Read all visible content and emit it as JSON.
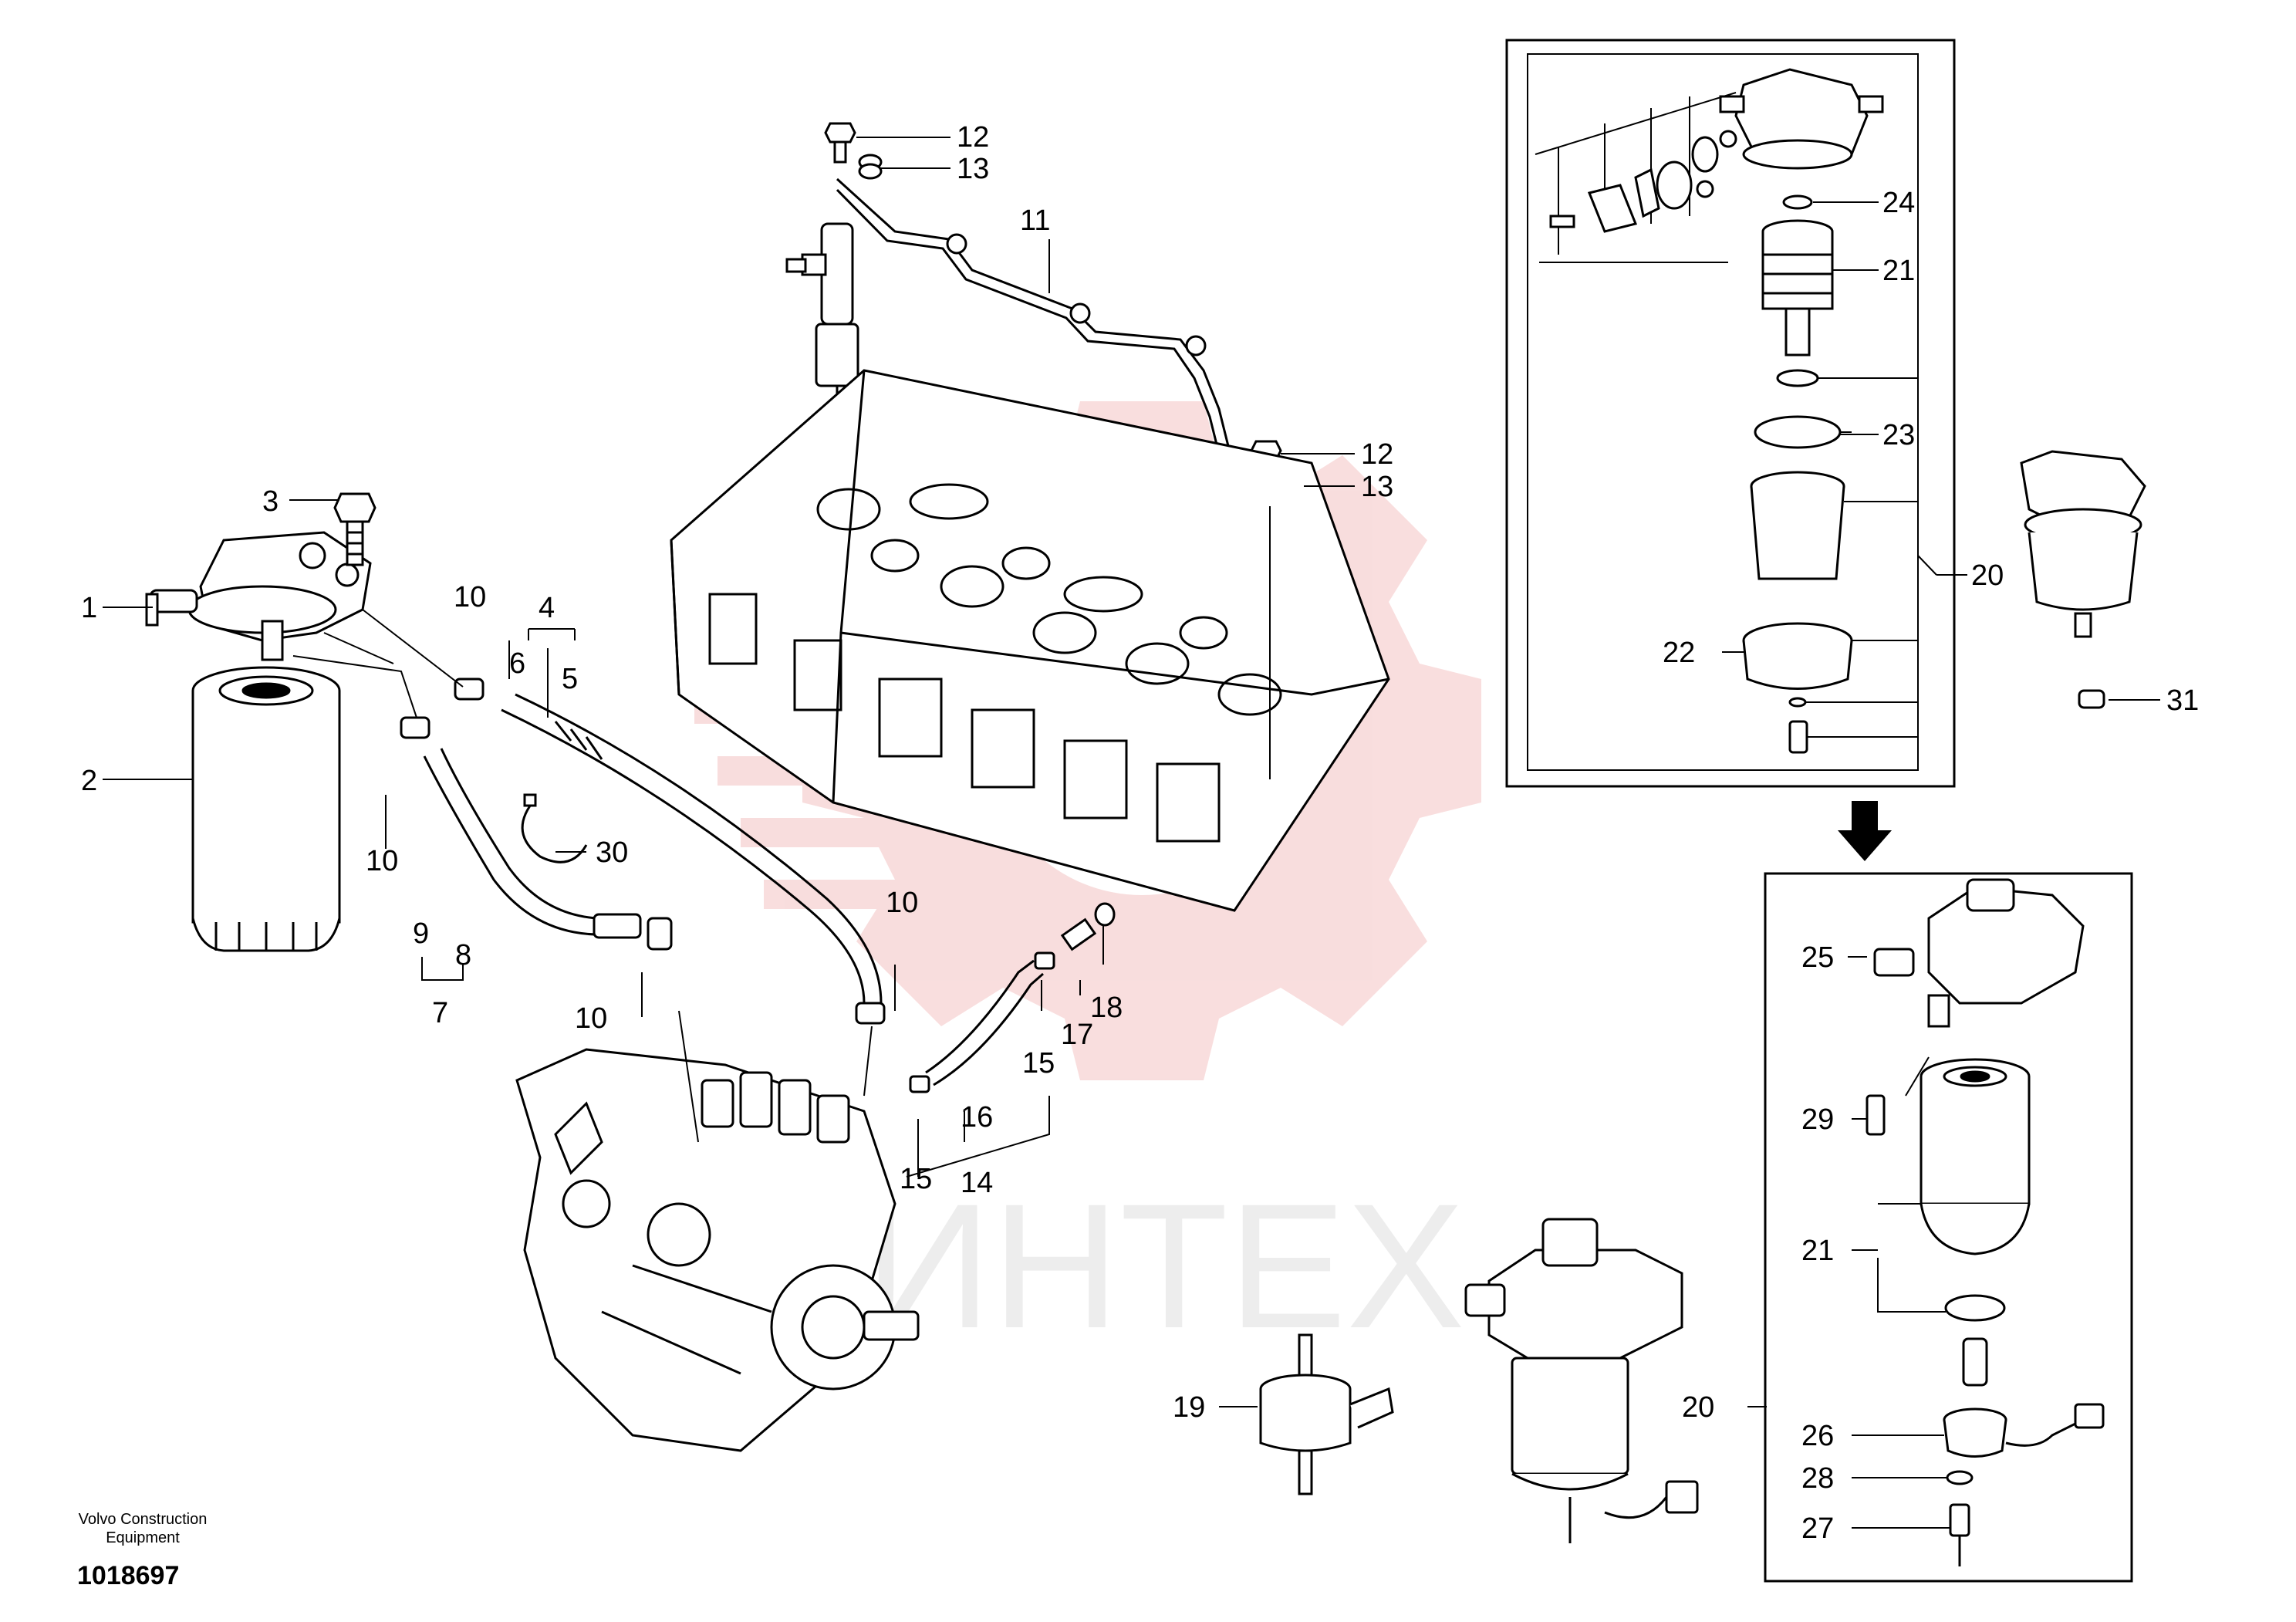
{
  "diagram": {
    "brand_line1": "Volvo Construction",
    "brand_line2": "Equipment",
    "document_number": "1018697",
    "watermark_text": "ИНТЕХ",
    "watermark_color": "#f4c3c3",
    "callouts": {
      "c1": "1",
      "c2": "2",
      "c3": "3",
      "c4": "4",
      "c5": "5",
      "c6": "6",
      "c7": "7",
      "c8": "8",
      "c9": "9",
      "c10a": "10",
      "c10b": "10",
      "c10c": "10",
      "c10d": "10",
      "c11": "11",
      "c12a": "12",
      "c12b": "12",
      "c13a": "13",
      "c13b": "13",
      "c14": "14",
      "c15a": "15",
      "c15b": "15",
      "c16": "16",
      "c17": "17",
      "c18": "18",
      "c19": "19",
      "c20a": "20",
      "c20b": "20",
      "c21a": "21",
      "c21b": "21",
      "c22": "22",
      "c23": "23",
      "c24": "24",
      "c25": "25",
      "c26": "26",
      "c27": "27",
      "c28": "28",
      "c29": "29",
      "c30": "30",
      "c31": "31"
    }
  }
}
